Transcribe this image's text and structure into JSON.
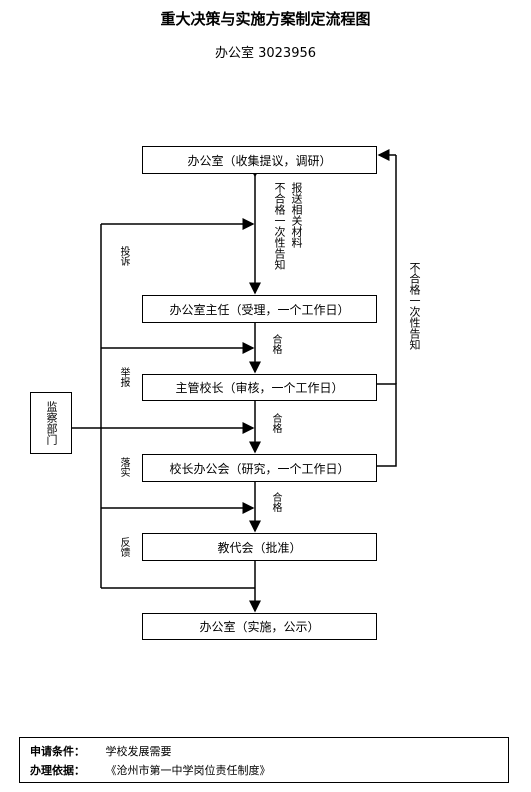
{
  "title": "重大决策与实施方案制定流程图",
  "subtitle": "办公室  3023956",
  "boxes": {
    "b1": "办公室（收集提议，调研）",
    "b2": "办公室主任（受理，一个工作日）",
    "b3": "主管校长（审核，一个工作日）",
    "b4": "校长办公会（研究，一个工作日）",
    "b5": "教代会（批准）",
    "b6": "办公室（实施，公示）",
    "supervisor": "监察部门"
  },
  "labels": {
    "baosong": "报送相关材料",
    "buhege1": "不合格一次性告知",
    "buhege2": "不合格一次性告知",
    "hege1": "合格",
    "hege2": "合格",
    "hege3": "合格",
    "tousu": "投诉",
    "jubao": "举报",
    "luoshi": "落实",
    "fankui": "反馈"
  },
  "footer": {
    "condition_label": "申请条件：",
    "condition_value": "学校发展需要",
    "basis_label": "办理依据：",
    "basis_value": "《沧州市第一中学岗位责任制度》"
  }
}
